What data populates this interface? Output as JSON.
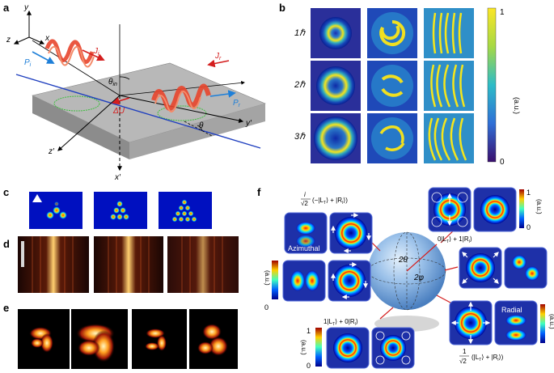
{
  "panels": {
    "a": "a",
    "b": "b",
    "c": "c",
    "d": "d",
    "e": "e",
    "f": "f"
  },
  "panel_a": {
    "axes": {
      "x": "x",
      "y": "y",
      "z": "z",
      "xp": "x′",
      "yp": "y′",
      "zp": "z′"
    },
    "p_i": "P",
    "p_i_sub": "i",
    "p_r": "P",
    "p_r_sub": "r",
    "j_i": "J",
    "j_i_sub": "i",
    "j_r": "J",
    "j_r_sub": "r",
    "theta_in": "θ",
    "theta_in_sub": "in",
    "theta": "θ",
    "delta_u": "ΔU"
  },
  "panel_b": {
    "rows": [
      "1ℏ",
      "2ℏ",
      "3ℏ"
    ],
    "colorbar_max": "1",
    "colorbar_min": "0",
    "colorbar_label": "(a.u.)"
  },
  "panel_f": {
    "top_left_state": "i/√2 (−|L_T⟩ + |R_l⟩)",
    "top_left_coef_num": "i",
    "top_left_coef_den": "√2",
    "top_left_ket": "(−|L",
    "top_left_ket_sub": "T",
    "top_left_ket2": "⟩ + |R",
    "top_left_ket2_sub": "l",
    "top_left_ket3": "⟩)",
    "mid_right_state": "0|L_T⟩ + 1|R_l⟩",
    "mid_right_a": "0|L",
    "mid_right_a_sub": "T",
    "mid_right_b": "⟩ + 1|R",
    "mid_right_b_sub": "l",
    "mid_right_c": "⟩",
    "bottom_state_a": "1|L",
    "bottom_state_a_sub": "T",
    "bottom_state_b": "⟩ + 0|R",
    "bottom_state_b_sub": "l",
    "bottom_state_c": "⟩",
    "bottom_right_num": "1",
    "bottom_right_den": "√2",
    "bottom_right_a": "(|L",
    "bottom_right_a_sub": "T",
    "bottom_right_b": "⟩ + |R",
    "bottom_right_b_sub": "l",
    "bottom_right_c": "⟩)",
    "sphere_2theta": "2θ",
    "sphere_2phi": "2φ",
    "azimuthal": "Azimuthal",
    "radial": "Radial",
    "cb_one": "1",
    "cb_zero": "0",
    "cb_label": "(a.u.)"
  },
  "colors": {
    "blue_bg": "#00008b",
    "beam_red": "#e8452c",
    "arrow_blue": "#1e7fd8",
    "sphere": "#8fb8e6"
  }
}
